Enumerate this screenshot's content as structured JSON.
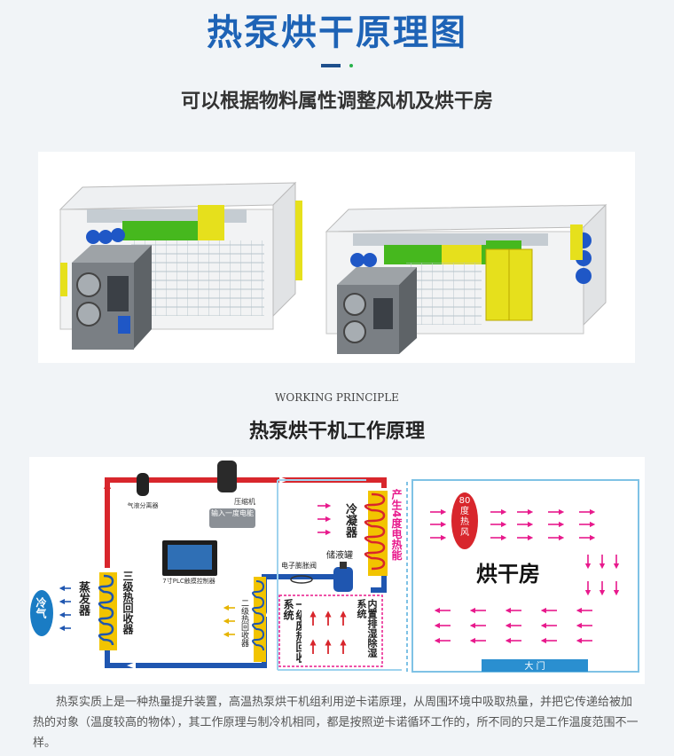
{
  "header": {
    "title": "热泵烘干原理图",
    "subtitle": "可以根据物料属性调整风机及烘干房"
  },
  "principle": {
    "title_en": "WORKING PRINCIPLE",
    "title_cn": "热泵烘干机工作原理"
  },
  "diagram": {
    "gas_liquid_separator": "气液分离器",
    "compressor": "压缩机",
    "input_power": "输入一度电能",
    "condenser": "冷凝器",
    "heat_4": "产生4度电热能",
    "controller": "7寸PLC触摸控制器",
    "evaporator": "蒸发器",
    "third_stage_recovery": "三级热回收器",
    "second_stage_recovery": "二级热回收器",
    "expansion_valve": "电子膨胀阀",
    "receiver": "储液罐",
    "first_stage_recovery": "一级废热回收系统",
    "dehumid": "内置排湿除湿系统",
    "cold_air": "冷气",
    "hot_air_80": "80度热风",
    "drying_room": "烘干房",
    "gate": "大 门",
    "colors": {
      "hot_pipe": "#d8262c",
      "cold_pipe": "#1f56b0",
      "coil": "#e98a24",
      "pink": "#e8198c",
      "yellow": "#f2c400",
      "room_border": "#7fc2e5"
    }
  },
  "description": "热泵实质上是一种热量提升装置，高温热泵烘干机组利用逆卡诺原理，从周围环境中吸取热量，并把它传递给被加热的对象（温度较高的物体），其工作原理与制冷机相同，都是按照逆卡诺循环工作的，所不同的只是工作温度范围不一样。"
}
